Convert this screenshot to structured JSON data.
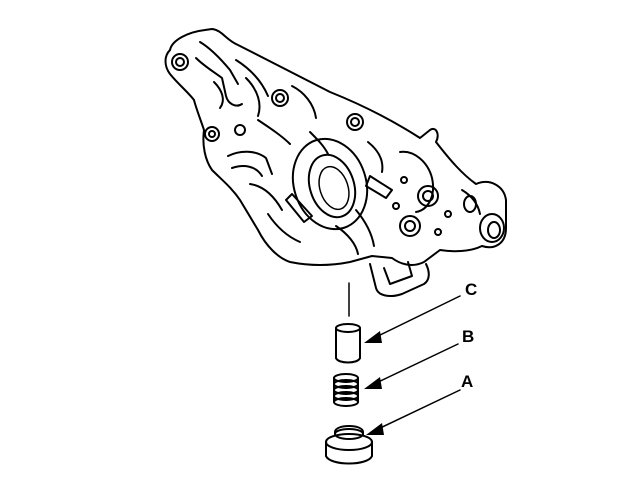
{
  "diagram": {
    "callouts": {
      "c": "C",
      "b": "B",
      "a": "A"
    },
    "parts": [
      {
        "id": "oil-pump-housing",
        "icon": "oil-pump-housing-drawing"
      },
      {
        "id": "relief-valve-plunger",
        "callout": "C"
      },
      {
        "id": "relief-valve-spring",
        "callout": "B"
      },
      {
        "id": "sealing-bolt-cap",
        "callout": "A"
      }
    ],
    "colors": {
      "line": "#000000",
      "background": "#ffffff"
    }
  }
}
